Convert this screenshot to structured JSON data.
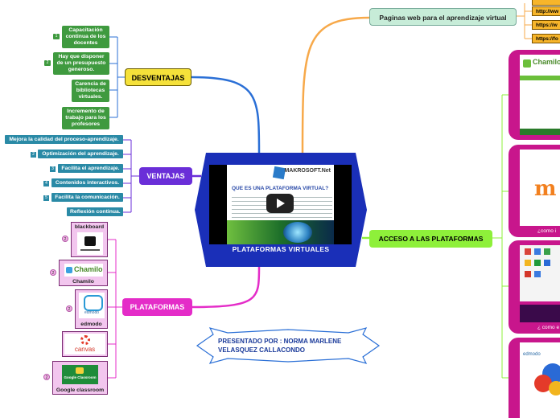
{
  "central": {
    "label": "PLATAFORMAS VIRTUALES",
    "video": {
      "question": "QUE ES UNA PLATAFORMA VIRTUAL?",
      "logo": "MAKROSOFT.Net",
      "play_icon": "play-icon"
    }
  },
  "desventajas": {
    "label": "DESVENTAJAS",
    "color": "#f5e13a",
    "items": [
      {
        "badge": "1",
        "label": "Capacitación continua de los docentes"
      },
      {
        "badge": "2",
        "label": "Hay que disponer de un presupuesto generoso."
      },
      {
        "badge": "",
        "label": "Carencia de bibliotecas virtuales."
      },
      {
        "badge": "",
        "label": "Incremento de trabajo para los profesores"
      }
    ]
  },
  "ventajas": {
    "label": "VENTAJAS",
    "color": "#6a2ed8",
    "items": [
      {
        "badge": "",
        "label": "Mejora la calidad del proceso-aprendizaje."
      },
      {
        "badge": "2",
        "label": "Optimización del aprendizaje."
      },
      {
        "badge": "3",
        "label": "Facilita el aprendizaje."
      },
      {
        "badge": "4",
        "label": "Contenidos interactivos."
      },
      {
        "badge": "5",
        "label": "Facilita la comunicación."
      },
      {
        "badge": "",
        "label": "Reflexión continua."
      }
    ]
  },
  "plataformas": {
    "label": "PLATAFORMAS",
    "color": "#e42cc8",
    "items": [
      {
        "badge": "2",
        "label": "blackboard",
        "icon": "blackboard-logo-icon"
      },
      {
        "badge": "2",
        "label": "Chamilo",
        "icon": "chamilo-logo-icon"
      },
      {
        "badge": "2",
        "label": "edmodo",
        "icon": "edmodo-logo-icon"
      },
      {
        "badge": "",
        "label": "",
        "icon": "canvas-logo-icon",
        "logo_text": "canvas"
      },
      {
        "badge": "2",
        "label": "Google classroom",
        "icon": "google-classroom-icon",
        "logo_text": "Google Classroom"
      }
    ]
  },
  "acceso": {
    "label": "ACCESO A LAS PLATAFORMAS",
    "color": "#8ef03a",
    "thumbs": [
      {
        "caption": "",
        "logo_text": "Chamilo"
      },
      {
        "caption": "¿como i",
        "logo_text": ""
      },
      {
        "caption": "¿ como e",
        "logo_text": ""
      },
      {
        "caption": "",
        "logo_text": "edmodo"
      }
    ]
  },
  "paginas": {
    "label": "Paginas web para el aprendizaje virtual",
    "links": [
      "http://ww",
      "https://w",
      "https://fo"
    ]
  },
  "presented": {
    "label": "PRESENTADO POR : NORMA MARLENE VELASQUEZ CALLACONDO"
  }
}
